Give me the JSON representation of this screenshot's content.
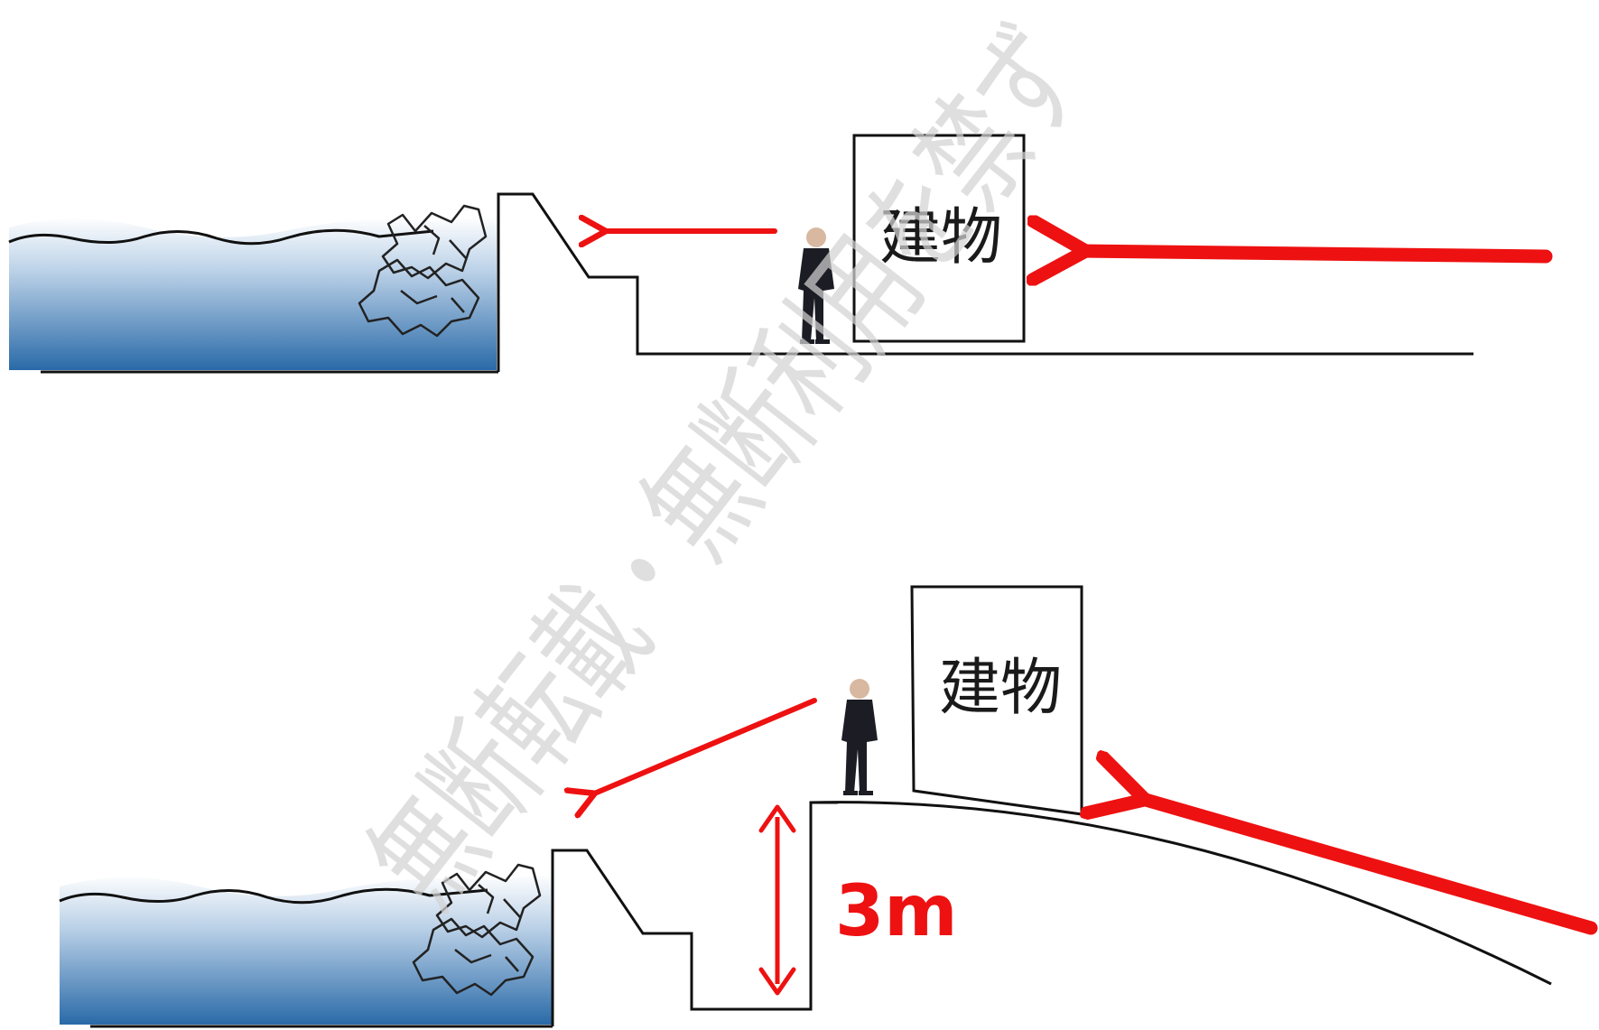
{
  "top_panel": {
    "building_label": "建物"
  },
  "bottom_panel": {
    "building_label": "建物",
    "height_label": "3m"
  },
  "watermark": {
    "text": "無断転載・無断利用を禁ず"
  },
  "colors": {
    "arrow": "#ee1111",
    "water_top": "#ffffff",
    "water_bottom": "#2a6aa8",
    "line": "#111111",
    "watermark": "#d2d2d2"
  }
}
